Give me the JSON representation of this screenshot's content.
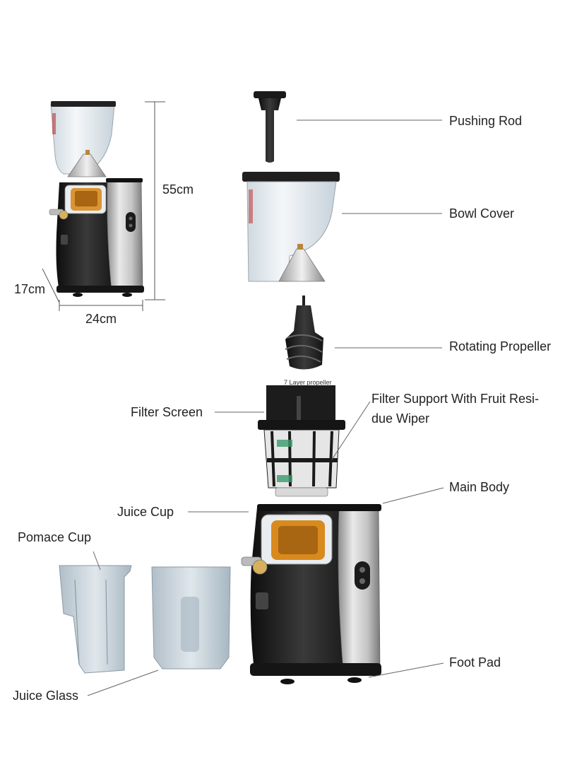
{
  "dimensions": {
    "height": "55cm",
    "depth": "17cm",
    "width": "24cm"
  },
  "parts": {
    "pushing_rod": "Pushing Rod",
    "bowl_cover": "Bowl Cover",
    "rotating_propeller": "Rotating Propeller",
    "propeller_caption": "7 Layer propeller",
    "filter_screen": "Filter Screen",
    "filter_support_line1": "Filter Support With Fruit Resi-",
    "filter_support_line2": "due Wiper",
    "main_body": "Main Body",
    "juice_cup": "Juice Cup",
    "pomace_cup": "Pomace Cup",
    "foot_pad": "Foot Pad",
    "juice_glass": "Juice Glass"
  },
  "colors": {
    "text": "#222222",
    "leader_line": "#666666",
    "body_black": "#1e1e1e",
    "steel": "#c9c9c9",
    "lid_black": "#2a2a2a",
    "orange_strainer": "#d98a1e",
    "clear_plastic": "#e4ebf0",
    "cup_tint": "#b9c6cf"
  }
}
